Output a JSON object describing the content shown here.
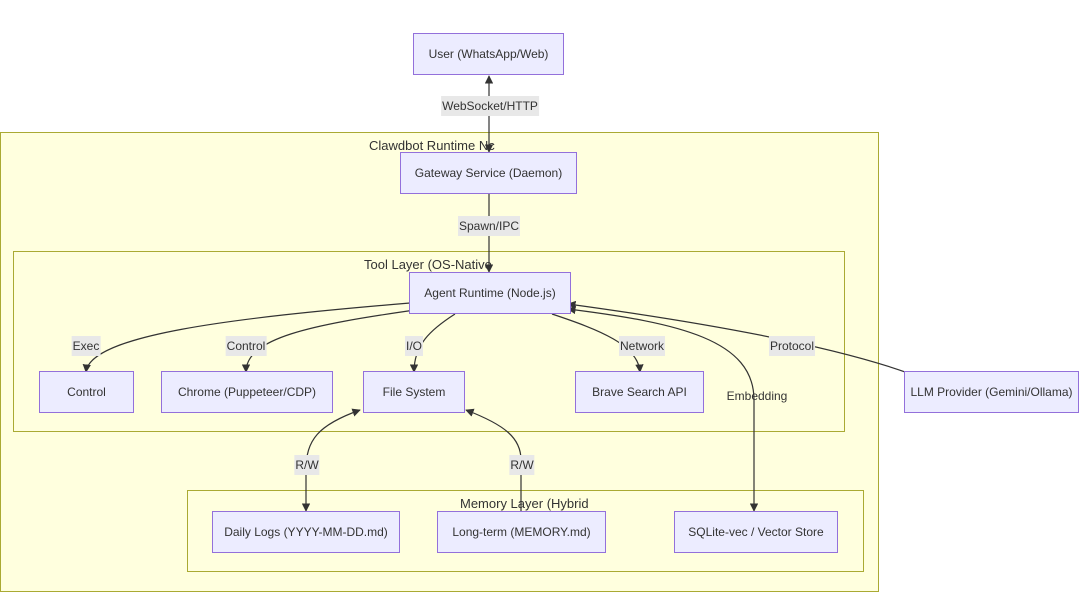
{
  "clusters": {
    "runtime": "Clawdbot Runtime Nc",
    "tools": "Tool Layer (OS-Native",
    "memory": "Memory Layer (Hybrid"
  },
  "nodes": {
    "user": "User (WhatsApp/Web)",
    "gateway": "Gateway Service (Daemon)",
    "agent": "Agent Runtime (Node.js)",
    "control": "Control",
    "chrome": "Chrome (Puppeteer/CDP)",
    "filesystem": "File System",
    "brave": "Brave Search API",
    "llm": "LLM Provider (Gemini/Ollama)",
    "daily_logs": "Daily Logs (YYYY-MM-DD.md)",
    "longterm": "Long-term (MEMORY.md)",
    "sqlite": "SQLite-vec / Vector Store"
  },
  "edges": {
    "websocket": "WebSocket/HTTP",
    "spawn": "Spawn/IPC",
    "exec": "Exec",
    "control": "Control",
    "io": "I/O",
    "network": "Network",
    "protocol": "Protocol",
    "embedding": "Embedding",
    "rw_left": "R/W",
    "rw_right": "R/W"
  },
  "colors": {
    "cluster_fill": "#ffffde",
    "cluster_border": "#aaaa33",
    "node_fill": "#ececff",
    "node_border": "#9370db",
    "edge": "#333333",
    "edge_label_bg": "#e8e8e8"
  }
}
